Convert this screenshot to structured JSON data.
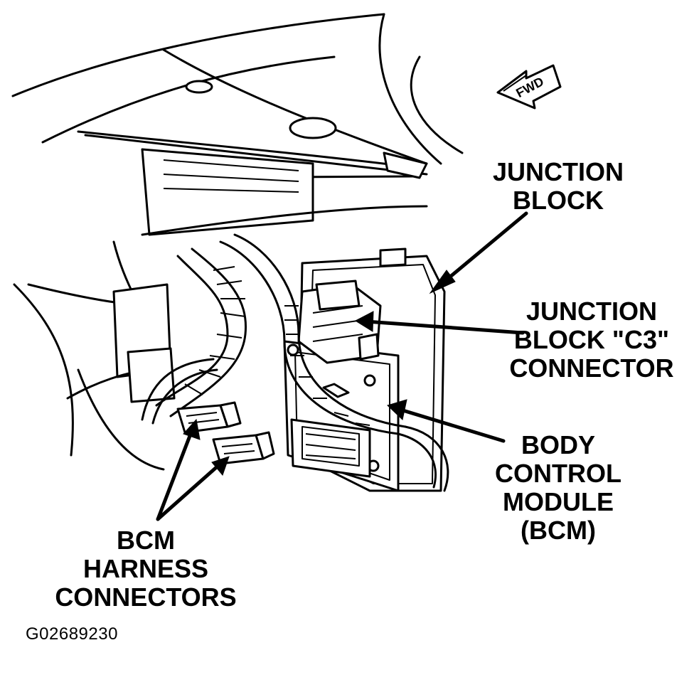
{
  "labels": {
    "junction_block": [
      "JUNCTION",
      "BLOCK"
    ],
    "c3_connector": [
      "JUNCTION",
      "BLOCK \"C3\"",
      "CONNECTOR"
    ],
    "bcm": [
      "BODY",
      "CONTROL",
      "MODULE",
      "(BCM)"
    ],
    "harness_connectors": [
      "BCM",
      "HARNESS",
      "CONNECTORS"
    ],
    "fwd_arrow": "FWD"
  },
  "figure_id": "G02689230",
  "icons": [
    "fwd-direction-arrow-icon",
    "leader-arrow-icon"
  ],
  "colors": {
    "ink": "#000000",
    "background": "#ffffff"
  }
}
